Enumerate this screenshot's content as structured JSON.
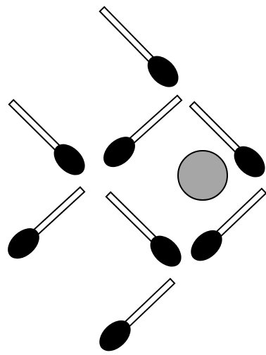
{
  "puzzle": {
    "matchstick_count": 8,
    "matchsticks": [
      {
        "id": "match-1",
        "head": "bottom-right"
      },
      {
        "id": "match-2",
        "head": "bottom-right"
      },
      {
        "id": "match-3",
        "head": "bottom-left"
      },
      {
        "id": "match-4",
        "head": "bottom-right"
      },
      {
        "id": "match-5",
        "head": "bottom-left"
      },
      {
        "id": "match-6",
        "head": "bottom-right"
      },
      {
        "id": "match-7",
        "head": "bottom-left"
      },
      {
        "id": "match-8",
        "head": "bottom-left"
      }
    ],
    "ball": {
      "id": "ball",
      "shape": "circle"
    }
  },
  "colors": {
    "background": "#ffffff",
    "stick_fill": "#ffffff",
    "stick_stroke": "#000000",
    "match_head": "#000000",
    "ball_fill": "#a6a6a6",
    "ball_stroke": "#000000"
  }
}
